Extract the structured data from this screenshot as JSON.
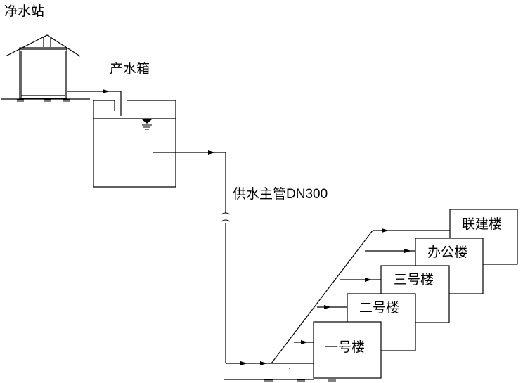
{
  "labels": {
    "station": "净水站",
    "tank": "产水箱",
    "main_pipe": "供水主管DN300"
  },
  "buildings": [
    "一号楼",
    "二号楼",
    "三号楼",
    "办公楼",
    "联建楼"
  ]
}
